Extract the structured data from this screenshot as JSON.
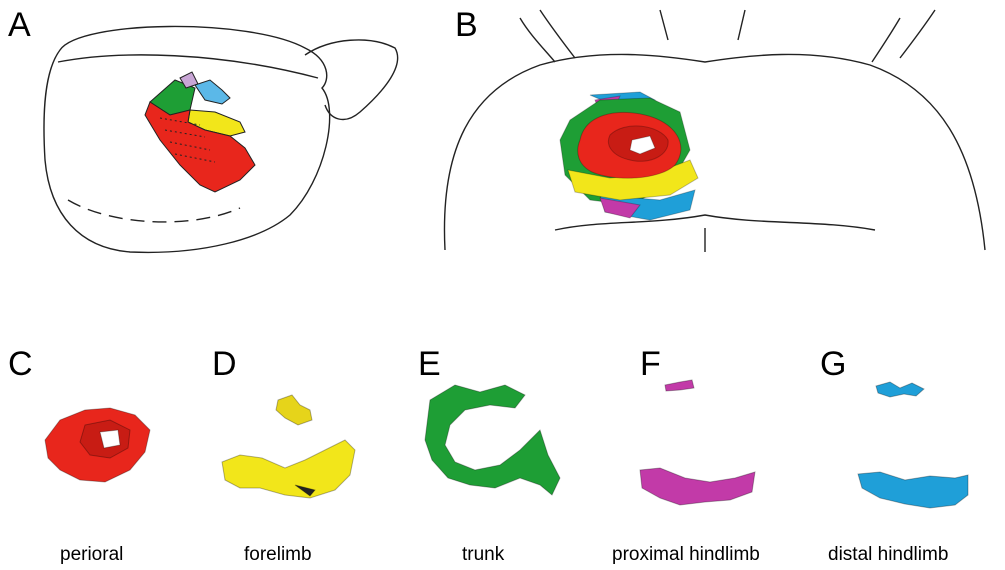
{
  "panels": {
    "A": {
      "letter": "A"
    },
    "B": {
      "letter": "B"
    },
    "C": {
      "letter": "C",
      "caption": "perioral"
    },
    "D": {
      "letter": "D",
      "caption": "forelimb"
    },
    "E": {
      "letter": "E",
      "caption": "trunk"
    },
    "F": {
      "letter": "F",
      "caption": "proximal hindlimb"
    },
    "G": {
      "letter": "G",
      "caption": "distal hindlimb"
    }
  },
  "colors": {
    "perioral": "#e8261c",
    "forelimb": "#f2e61a",
    "trunk": "#1e9e35",
    "proximal_hindlimb": "#c23aa8",
    "distal_hindlimb": "#1f9fd8",
    "outline": "#222222"
  }
}
